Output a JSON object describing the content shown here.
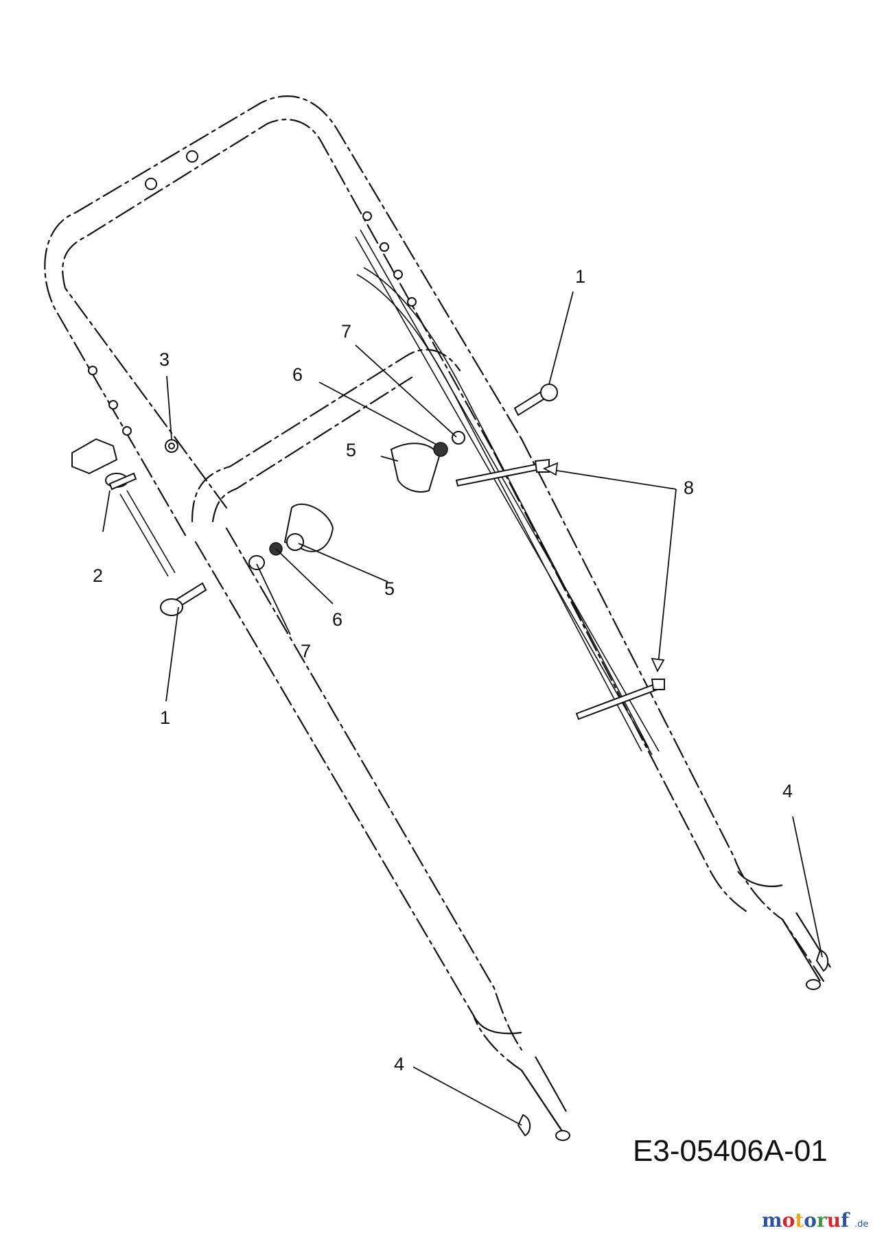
{
  "callouts": [
    {
      "id": "c1a",
      "text": "1"
    },
    {
      "id": "c1b",
      "text": "1"
    },
    {
      "id": "c2",
      "text": "2"
    },
    {
      "id": "c3",
      "text": "3"
    },
    {
      "id": "c4a",
      "text": "4"
    },
    {
      "id": "c4b",
      "text": "4"
    },
    {
      "id": "c5a",
      "text": "5"
    },
    {
      "id": "c5b",
      "text": "5"
    },
    {
      "id": "c6a",
      "text": "6"
    },
    {
      "id": "c6b",
      "text": "6"
    },
    {
      "id": "c7a",
      "text": "7"
    },
    {
      "id": "c7b",
      "text": "7"
    },
    {
      "id": "c8",
      "text": "8"
    }
  ],
  "drawing_number": "E3-05406A-01",
  "watermark": {
    "name": "motoruf",
    "suffix": ".de",
    "colors": [
      "#2a55a3",
      "#d7262b",
      "#f0a51c",
      "#2a55a3",
      "#3c9a3a",
      "#d7262b",
      "#2a55a3"
    ]
  }
}
